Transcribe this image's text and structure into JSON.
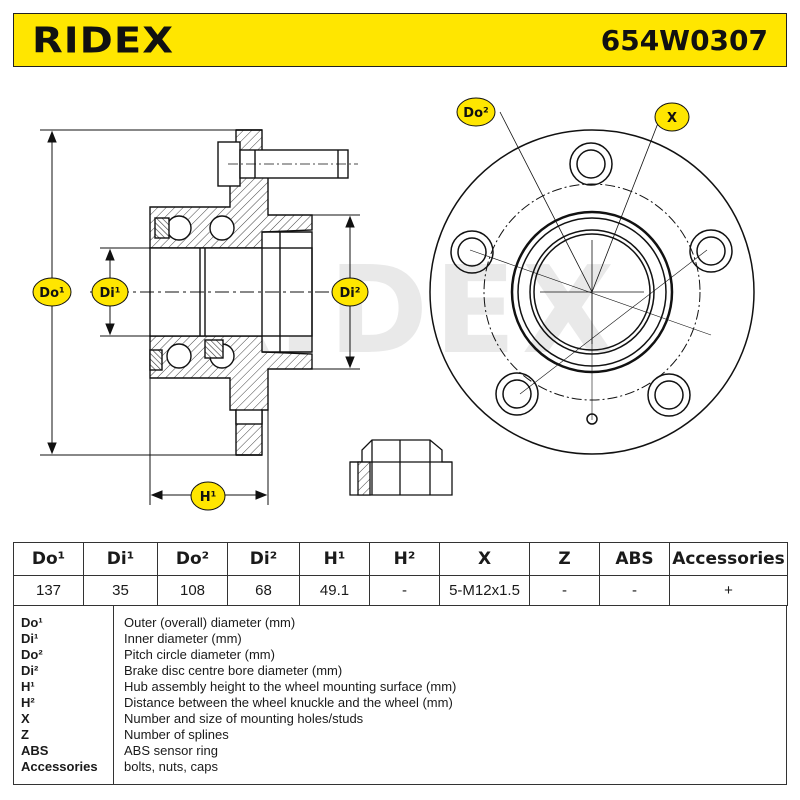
{
  "header": {
    "brand": "RIDEX",
    "part_number": "654W0307"
  },
  "drawing": {
    "watermark": "RIDEX",
    "badges": {
      "do1": "Do¹",
      "di1": "Di¹",
      "di2": "Di²",
      "h1": "H¹",
      "do2": "Do²",
      "x": "X"
    },
    "colors": {
      "badge": "#ffe600",
      "outline": "#111111"
    }
  },
  "spec_table": {
    "headers": [
      "Do¹",
      "Di¹",
      "Do²",
      "Di²",
      "H¹",
      "H²",
      "X",
      "Z",
      "ABS",
      "Accessories"
    ],
    "values": [
      "137",
      "35",
      "108",
      "68",
      "49.1",
      "-",
      "5-M12x1.5",
      "-",
      "-",
      "+"
    ]
  },
  "legend": [
    {
      "code": "Do¹",
      "desc": "Outer (overall) diameter (mm)"
    },
    {
      "code": "Di¹",
      "desc": "Inner diameter (mm)"
    },
    {
      "code": "Do²",
      "desc": "Pitch circle diameter (mm)"
    },
    {
      "code": "Di²",
      "desc": "Brake disc centre bore diameter (mm)"
    },
    {
      "code": "H¹",
      "desc": "Hub assembly height to the wheel mounting surface (mm)"
    },
    {
      "code": "H²",
      "desc": "Distance between the wheel knuckle and the wheel (mm)"
    },
    {
      "code": "X",
      "desc": "Number and size of mounting holes/studs"
    },
    {
      "code": "Z",
      "desc": "Number of splines"
    },
    {
      "code": "ABS",
      "desc": "ABS sensor ring"
    },
    {
      "code": "Accessories",
      "desc": "bolts, nuts, caps"
    }
  ]
}
